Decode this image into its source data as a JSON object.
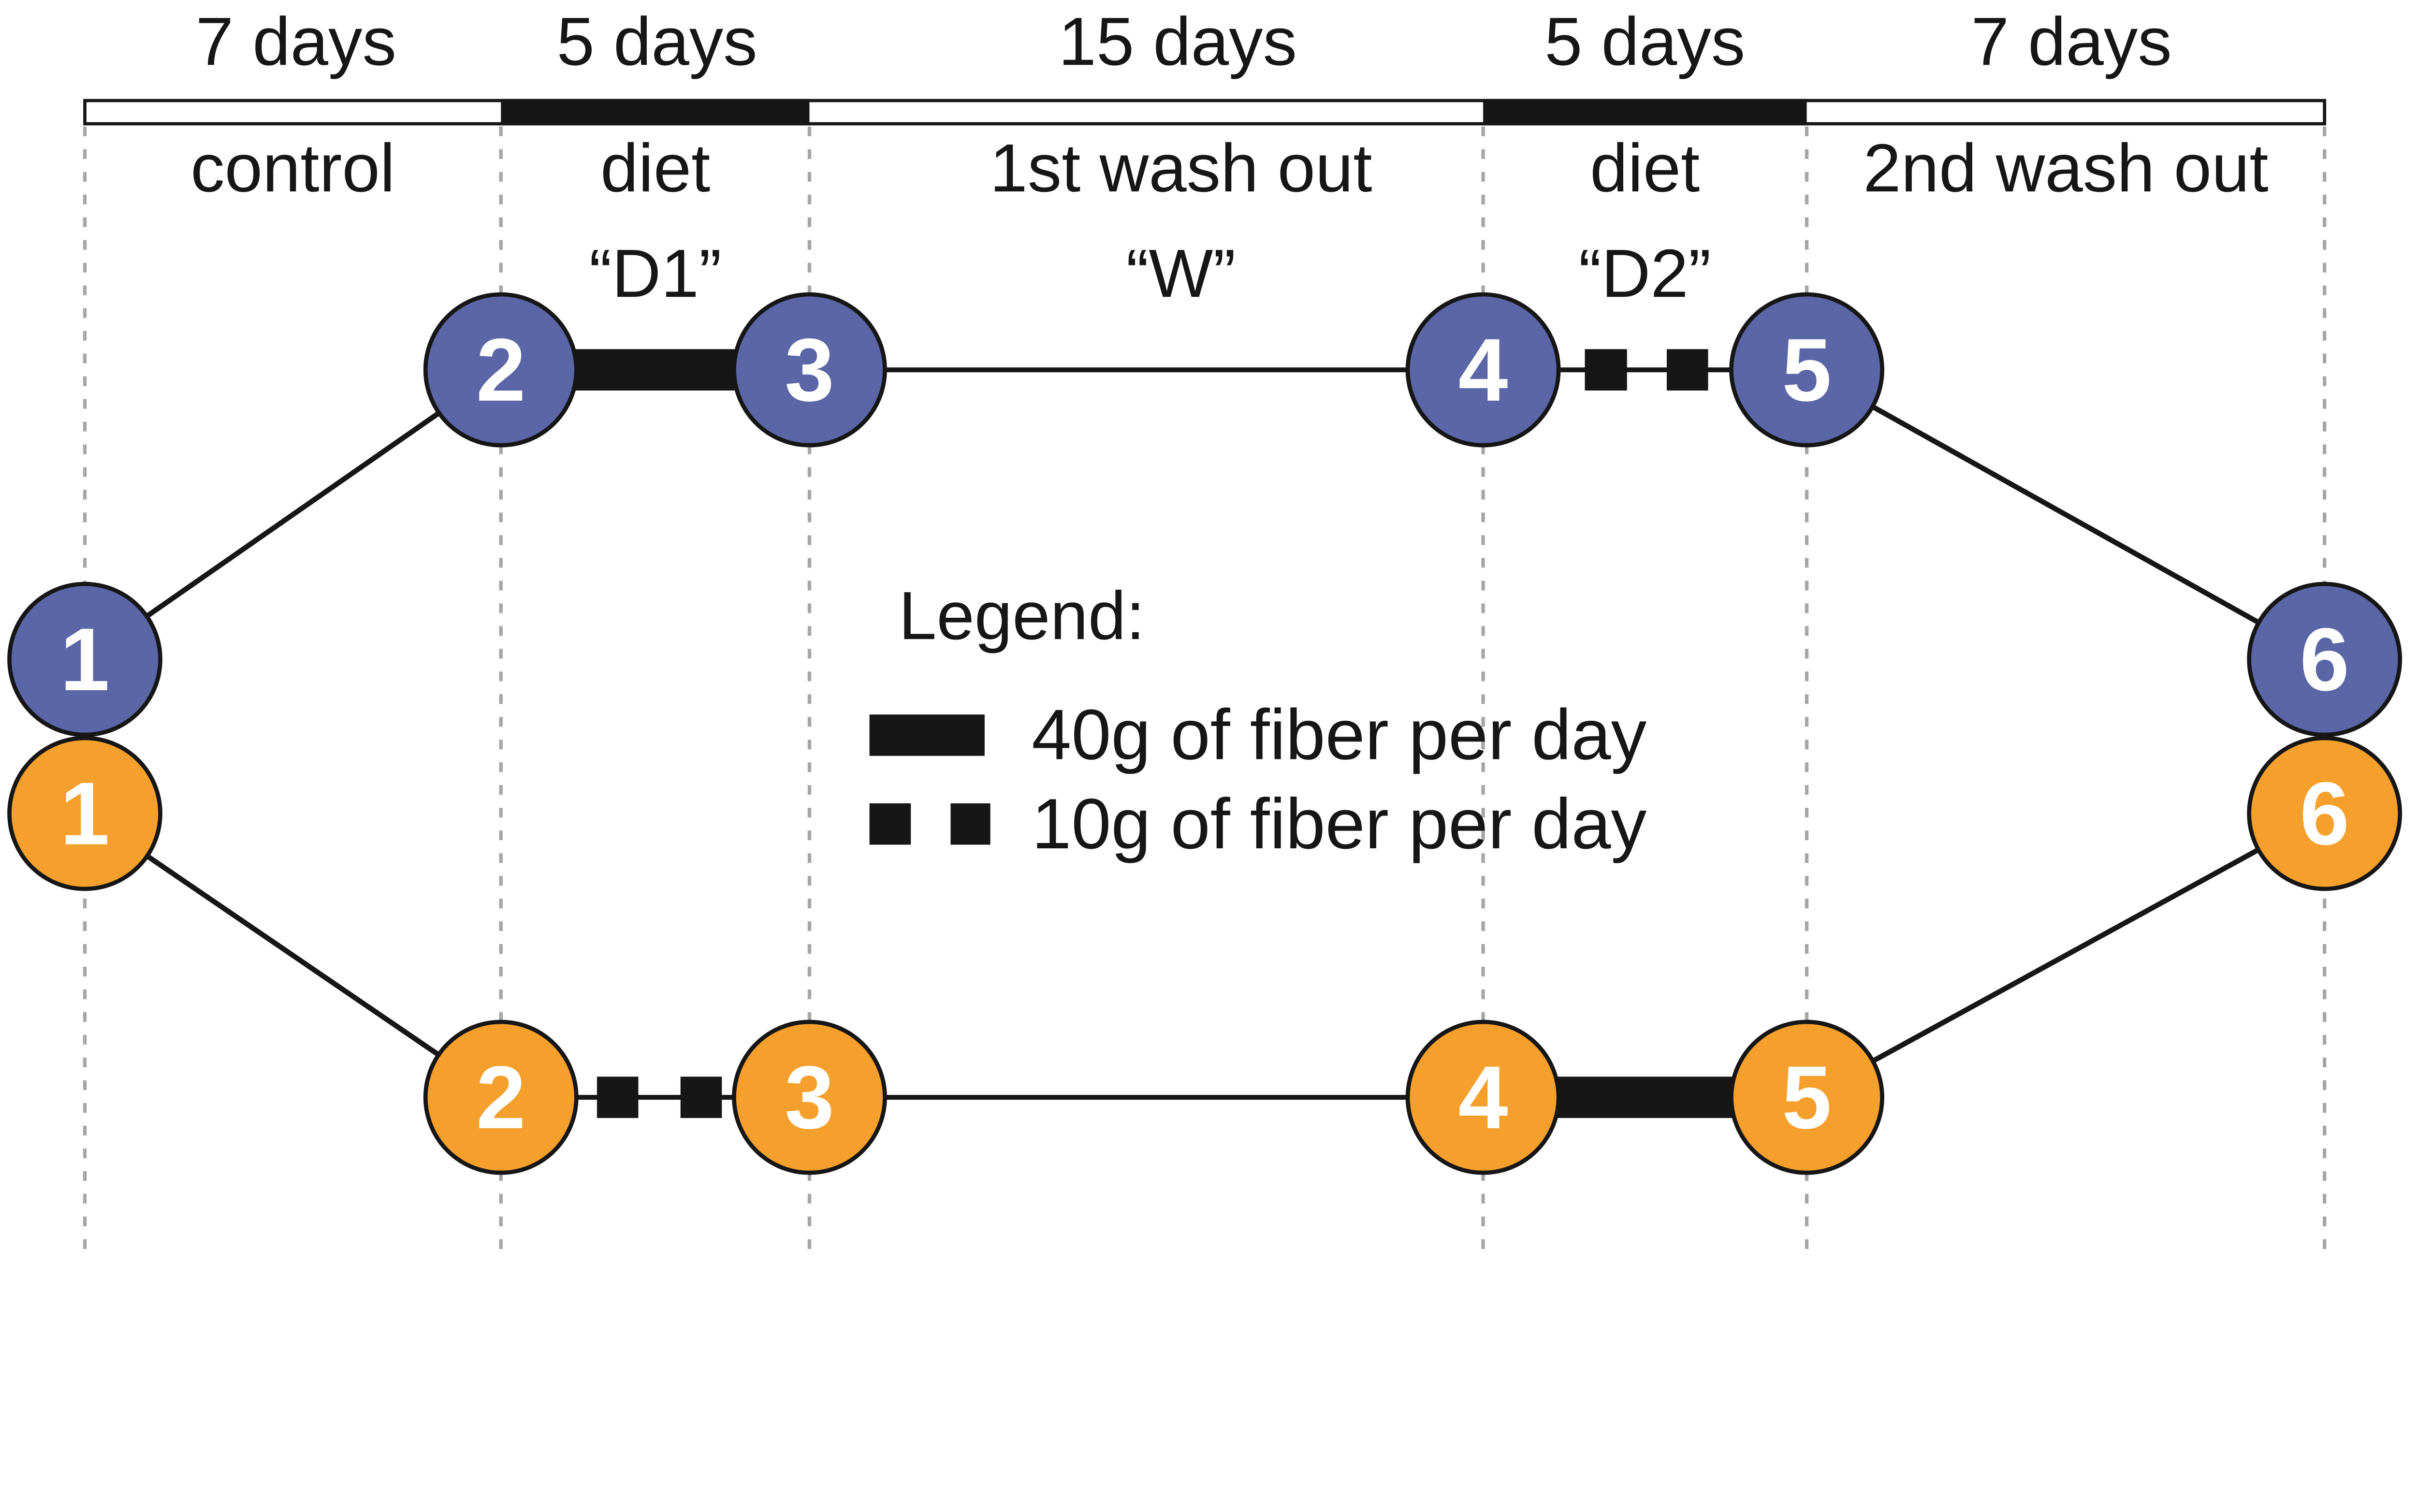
{
  "timeline": {
    "phases": [
      {
        "duration": "7 days",
        "label": "control",
        "code": ""
      },
      {
        "duration": "5 days",
        "label": "diet",
        "code": "“D1”"
      },
      {
        "duration": "15 days",
        "label": "1st wash out",
        "code": "“W”"
      },
      {
        "duration": "5 days",
        "label": "diet",
        "code": "“D2”"
      },
      {
        "duration": "7 days",
        "label": "2nd wash out",
        "code": ""
      }
    ]
  },
  "arms": {
    "blue": {
      "color": "#5a66a5",
      "nodes": [
        "1",
        "2",
        "3",
        "4",
        "5",
        "6"
      ]
    },
    "orange": {
      "color": "#f5a02c",
      "nodes": [
        "1",
        "2",
        "3",
        "4",
        "5",
        "6"
      ]
    }
  },
  "legend": {
    "title": "Legend:",
    "items": [
      {
        "symbol": "thick-bar-icon",
        "label": "40g of fiber per day"
      },
      {
        "symbol": "dashed-squares-icon",
        "label": "10g of fiber per day"
      }
    ]
  },
  "colors": {
    "ink": "#161616",
    "dash_gray": "#a6a6a6",
    "blue_arm": "#5a66a5",
    "orange_arm": "#f5a02c"
  }
}
